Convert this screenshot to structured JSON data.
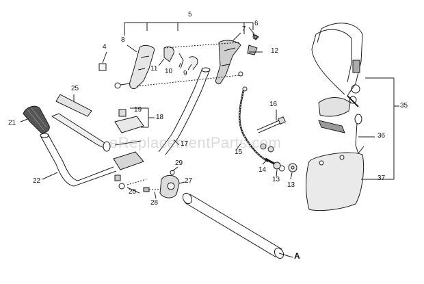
{
  "watermark": "eReplacementParts.com",
  "callouts": {
    "p4": "4",
    "p5": "5",
    "p6": "6",
    "p7": "7",
    "p8": "8",
    "p9": "9",
    "p10": "10",
    "p11": "11",
    "p12": "12",
    "p13a": "13",
    "p13b": "13",
    "p14": "14",
    "p15": "15",
    "p16": "16",
    "p17": "17",
    "p18": "18",
    "p19": "19",
    "p20": "20",
    "p21": "21",
    "p22": "22",
    "p25": "25",
    "p27": "27",
    "p28": "28",
    "p29": "29",
    "p35": "35",
    "p36": "36",
    "p37": "37",
    "pA": "A"
  },
  "colors": {
    "line": "#1a1a1a",
    "shade": "#d8d8d8",
    "dark": "#555555"
  }
}
